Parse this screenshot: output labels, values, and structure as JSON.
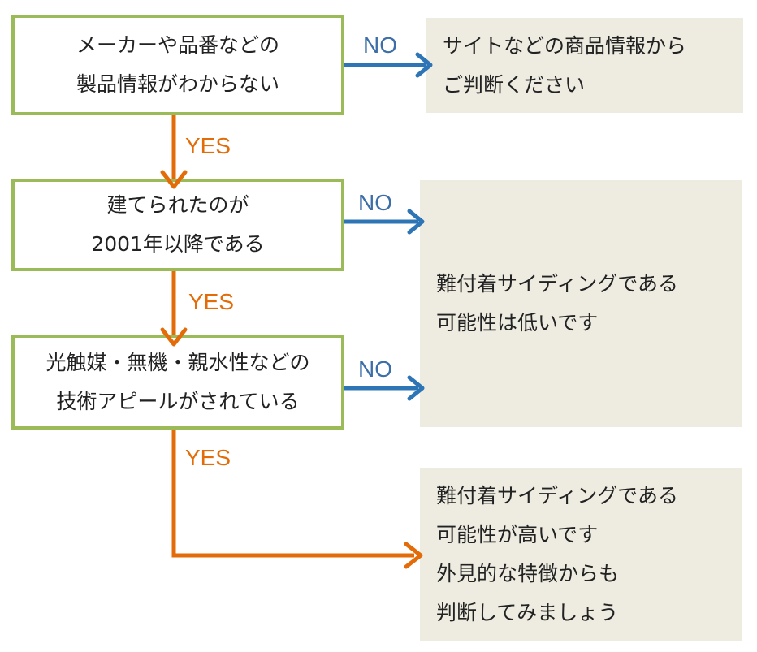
{
  "questions": [
    {
      "line1": "メーカーや品番などの",
      "line2": "製品情報がわからない"
    },
    {
      "line1": "建てられたのが",
      "line2": "2001年以降である"
    },
    {
      "line1": "光触媒・無機・親水性などの",
      "line2": "技術アピールがされている"
    }
  ],
  "answers": [
    {
      "lines": [
        "サイトなどの商品情報から",
        "ご判断ください"
      ]
    },
    {
      "lines": [
        "難付着サイディングである",
        "可能性は低いです"
      ]
    },
    {
      "lines": [
        "難付着サイディングである",
        "可能性が高いです",
        "外見的な特徴からも",
        "判断してみましょう"
      ]
    }
  ],
  "labels": {
    "no": "NO",
    "yes": "YES"
  },
  "colors": {
    "question_border": "#9bbb59",
    "answer_fill": "#eeece1",
    "no_arrow": "#2e75b6",
    "yes_arrow": "#e36c09",
    "no_text": "#3c6ea7",
    "yes_text": "#e36c09"
  }
}
